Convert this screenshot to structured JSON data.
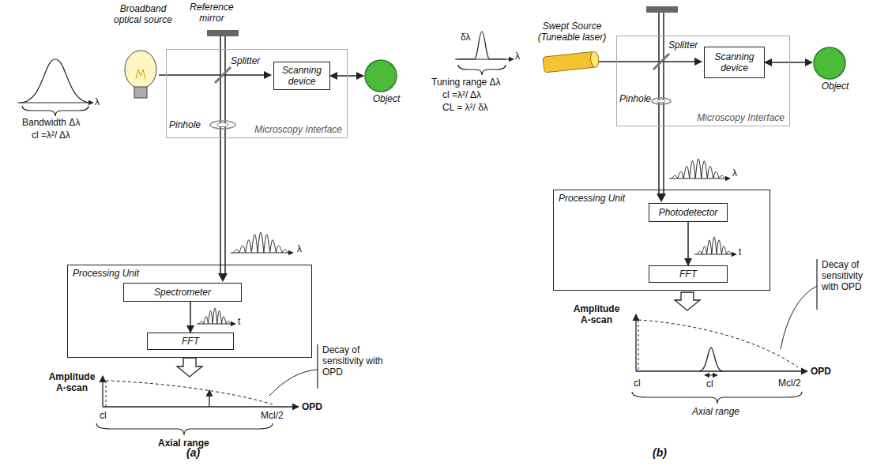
{
  "diagram": {
    "nodes": [
      {
        "text": [
          "Microscopy Interface"
        ]
      },
      {
        "text": [
          "Scanning device"
        ],
        "in": 0
      },
      {
        "text": [
          "Object"
        ]
      },
      {
        "text": [
          "Processing Unit"
        ]
      },
      {
        "text": [
          "Spectrometer"
        ],
        "in": 3
      },
      {
        "text": [
          "FFT"
        ],
        "in": 3
      },
      {
        "text": [
          "Microscopy Interface"
        ]
      },
      {
        "text": [
          "Scanning device"
        ],
        "in": 6
      },
      {
        "text": [
          "Object"
        ]
      },
      {
        "text": [
          "Processing Unit"
        ]
      },
      {
        "text": [
          "Photodetector"
        ],
        "in": 9
      },
      {
        "text": [
          "FFT"
        ],
        "in": 9
      }
    ],
    "edges": [
      {
        "from": 1,
        "to": 2,
        "arrow": "both"
      },
      {
        "from": 4,
        "to": 5,
        "arrow": "to"
      },
      {
        "from": 7,
        "to": 8,
        "arrow": "both"
      },
      {
        "from": 10,
        "to": 11,
        "arrow": "to"
      }
    ],
    "labels": [
      "Broadband optical source",
      "Reference mirror",
      "Splitter",
      "λ",
      "Bandwidth Δλ",
      "cl =λ²/ Δλ",
      "Pinhole",
      "λ",
      "t",
      "Amplitude A-scan",
      "OPD",
      "cl",
      "Mcl/2",
      "Axial range",
      "Decay of sensitivity with OPD",
      "(a)",
      "δλ",
      "λ",
      "Swept Source (Tuneable laser)",
      "Splitter",
      "Tuning range Δλ",
      "cl =λ²/ Δλ",
      "CL = λ²/ δλ",
      "Pinhole",
      "λ",
      "t",
      "Amplitude A-scan",
      "OPD",
      "cl",
      "cl",
      "Mcl/2",
      "Axial range",
      "Decay of sensitivity with OPD",
      "(b)"
    ]
  }
}
